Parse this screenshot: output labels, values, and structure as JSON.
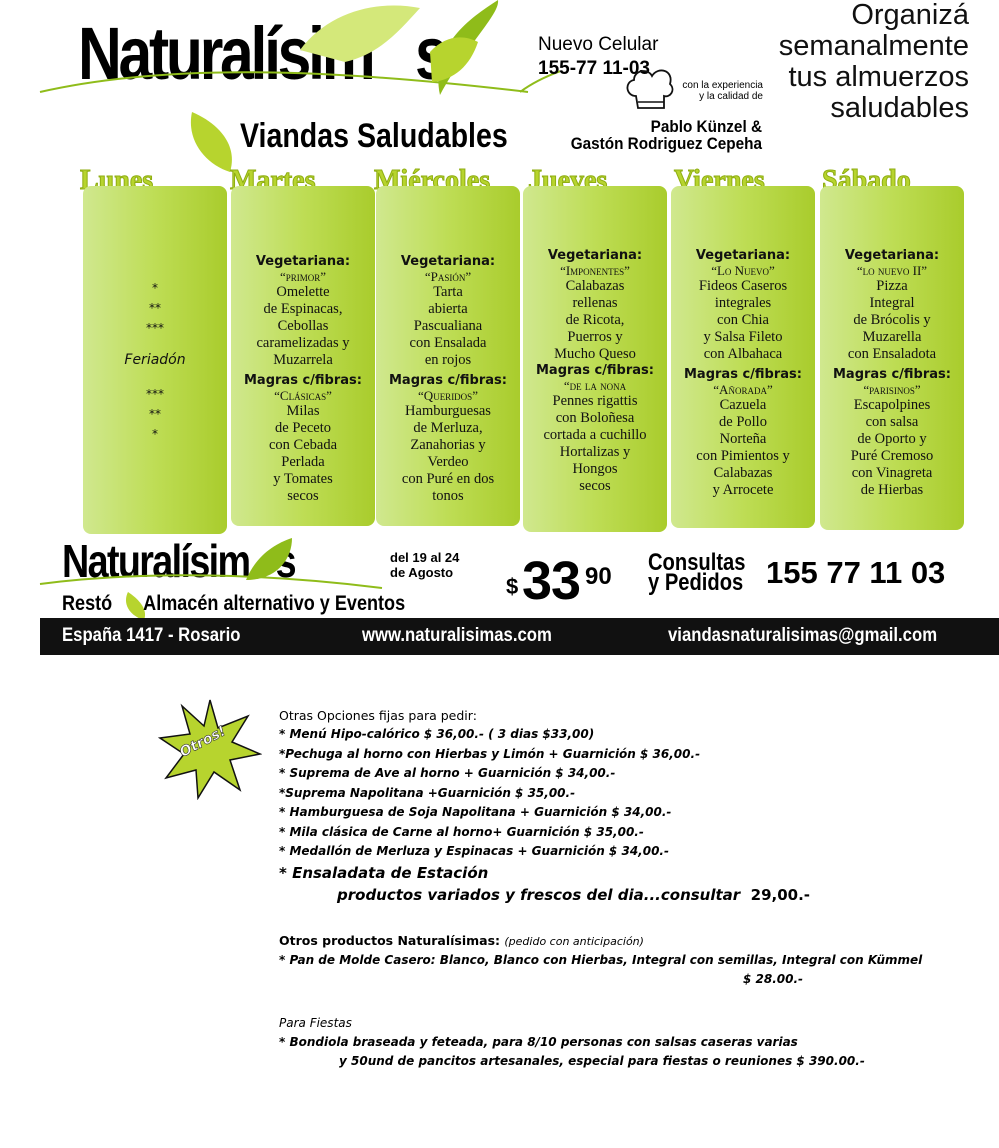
{
  "header": {
    "brand": "Naturalísim",
    "brand_end": "s",
    "tagline": "Viandas Saludables",
    "phone_label": "Nuevo Celular",
    "phone_number": "155-77 11-03",
    "experience_1": "con la experiencia",
    "experience_2": "y la calidad de",
    "chef_1": "Pablo Künzel &",
    "chef_2": "Gastón Rodriguez Cepeha",
    "promo": [
      "Organizá",
      "semanalmente",
      "tus almuerzos",
      "saludables"
    ]
  },
  "days": [
    {
      "name": "Lunes",
      "stars_top": [
        "*",
        "**",
        "***"
      ],
      "note": "Feriadón",
      "stars_bottom": [
        "***",
        "**",
        "*"
      ]
    },
    {
      "name": "Martes",
      "veg_label": "Vegetariana:",
      "veg_title": "“primor”",
      "veg_lines": [
        "Omelette",
        "de Espinacas,",
        "Cebollas",
        "caramelizadas y",
        "Muzarrela"
      ],
      "mag_label": "Magras c/fibras:",
      "mag_title": "“Clásicas”",
      "mag_lines": [
        "Milas",
        "de Peceto",
        "con Cebada",
        "Perlada",
        "y Tomates",
        "secos"
      ]
    },
    {
      "name": "Miércoles",
      "veg_label": "Vegetariana:",
      "veg_title": "“Pasión”",
      "veg_lines": [
        "Tarta",
        "abierta",
        "Pascualiana",
        "con Ensalada",
        "en rojos"
      ],
      "mag_label": "Magras c/fibras:",
      "mag_title": "“Queridos”",
      "mag_lines": [
        "Hamburguesas",
        "de Merluza,",
        "Zanahorias y",
        "Verdeo",
        "con Puré en dos",
        "tonos"
      ]
    },
    {
      "name": "Jueves",
      "veg_label": "Vegetariana:",
      "veg_title": "“Imponentes”",
      "veg_lines": [
        "Calabazas",
        "rellenas",
        "de Ricota,",
        "Puerros y",
        "Mucho Queso"
      ],
      "mag_label": "Magras c/fibras:",
      "mag_title": "“de la nona",
      "mag_lines": [
        "Pennes rigattis",
        "con Boloñesa",
        "cortada a cuchillo",
        "Hortalizas y",
        "Hongos",
        "secos"
      ]
    },
    {
      "name": "Viernes",
      "veg_label": "Vegetariana:",
      "veg_title": "“Lo Nuevo”",
      "veg_lines": [
        "Fideos Caseros",
        "integrales",
        "con Chia",
        "y Salsa Fileto",
        "con Albahaca"
      ],
      "mag_label": "Magras c/fibras:",
      "mag_title": "“Añorada”",
      "mag_lines": [
        "Cazuela",
        "de Pollo",
        "Norteña",
        "con Pimientos y",
        "Calabazas",
        "y Arrocete"
      ]
    },
    {
      "name": "Sábado",
      "veg_label": "Vegetariana:",
      "veg_title": "“lo nuevo II”",
      "veg_lines": [
        "Pizza",
        "Integral",
        "de Brócolis y",
        "Muzarella",
        "con Ensaladota"
      ],
      "mag_label": "Magras c/fibras:",
      "mag_title": "“parisinos”",
      "mag_lines": [
        "Escapolpines",
        "con salsa",
        "de Oporto y",
        "Puré Cremoso",
        "con Vinagreta",
        "de Hierbas"
      ]
    }
  ],
  "footer": {
    "brand": "Naturalísim",
    "brand_end": "s",
    "resto_a": "Restó",
    "resto_b": "Almacén alternativo y Eventos",
    "dates_1": "del 19 al 24",
    "dates_2": "de Agosto",
    "price_symbol": "$",
    "price_main": "33",
    "price_cents": "90",
    "consultas_1": "Consultas",
    "consultas_2": "y Pedidos",
    "contact_phone": "155 77 11 03",
    "address": "España 1417 - Rosario",
    "website": "www.naturalisimas.com",
    "email": "viandasnaturalisimas@gmail.com"
  },
  "others": {
    "badge": "Otros!",
    "intro": "Otras Opciones fijas para pedir:",
    "items": [
      "* Menú Hipo-calórico $ 36,00.-  ( 3 dias $33,00)",
      "*Pechuga al horno con Hierbas y Limón + Guarnición $ 36,00.-",
      "* Suprema de Ave al horno + Guarnición $ 34,00.-",
      "*Suprema Napolitana +Guarnición $ 35,00.-",
      "* Hamburguesa de Soja Napolitana + Guarnición $ 34,00.-",
      "*  Mila clásica de Carne al horno+  Guarnición $ 35,00.-",
      "* Medallón de Merluza y Espinacas + Guarnición $ 34,00.-"
    ],
    "salad": "* Ensaladata de Estación",
    "salad_desc": "productos variados y frescos del dia...consultar",
    "salad_price": "29,00.-",
    "products_title": "Otros productos Naturalísimas:",
    "products_note": "(pedido con anticipación)",
    "bread": "* Pan de Molde Casero: Blanco, Blanco con Hierbas, Integral con semillas, Integral con Kümmel",
    "bread_price": "$ 28.00.-",
    "fiestas_title": "Para Fiestas",
    "fiestas_1": "* Bondiola braseada y feteada, para 8/10 personas con salsas caseras varias",
    "fiestas_2": "y 50und de pancitos artesanales, especial para fiestas o reuniones $ 390.00.-"
  },
  "colors": {
    "accent_green": "#b7d42e",
    "leaf_green": "#8fbc1a",
    "bar_black": "#111111"
  }
}
